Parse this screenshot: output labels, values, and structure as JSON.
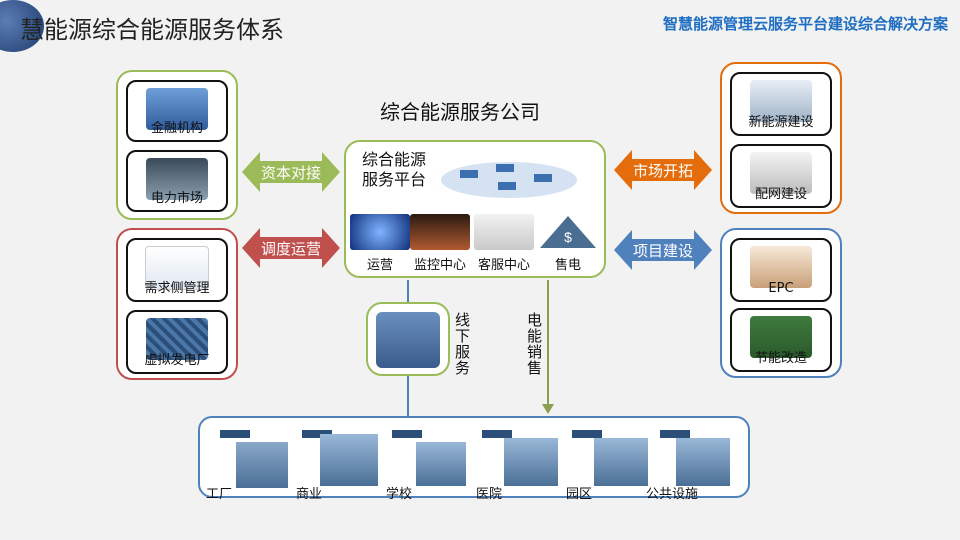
{
  "header": {
    "title": "慧能源综合能源服务体系",
    "subtitle": "智慧能源管理云服务平台建设综合解决方案"
  },
  "center": {
    "company": "综合能源服务公司",
    "platform_line1": "综合能源",
    "platform_line2": "服务平台",
    "services": [
      "运营",
      "监控中心",
      "客服中心",
      "售电"
    ]
  },
  "left_top": {
    "items": [
      "金融机构",
      "电力市场"
    ],
    "arrow": "资本对接"
  },
  "left_bottom": {
    "items": [
      "需求侧管理",
      "虚拟发电厂"
    ],
    "arrow": "调度运营"
  },
  "right_top": {
    "items": [
      "新能源建设",
      "配网建设"
    ],
    "arrow": "市场开拓"
  },
  "right_bottom": {
    "items": [
      "EPC",
      "节能改造"
    ],
    "arrow": "项目建设"
  },
  "offline": {
    "label": "线下服务"
  },
  "sales": {
    "label": "电能销售"
  },
  "bottom": {
    "items": [
      "工厂",
      "商业",
      "学校",
      "医院",
      "园区",
      "公共设施"
    ]
  },
  "colors": {
    "green": "#9bbb59",
    "red": "#c0504d",
    "orange": "#e46c0a",
    "blue": "#4f81bd",
    "accent": "#1f6ec2"
  }
}
